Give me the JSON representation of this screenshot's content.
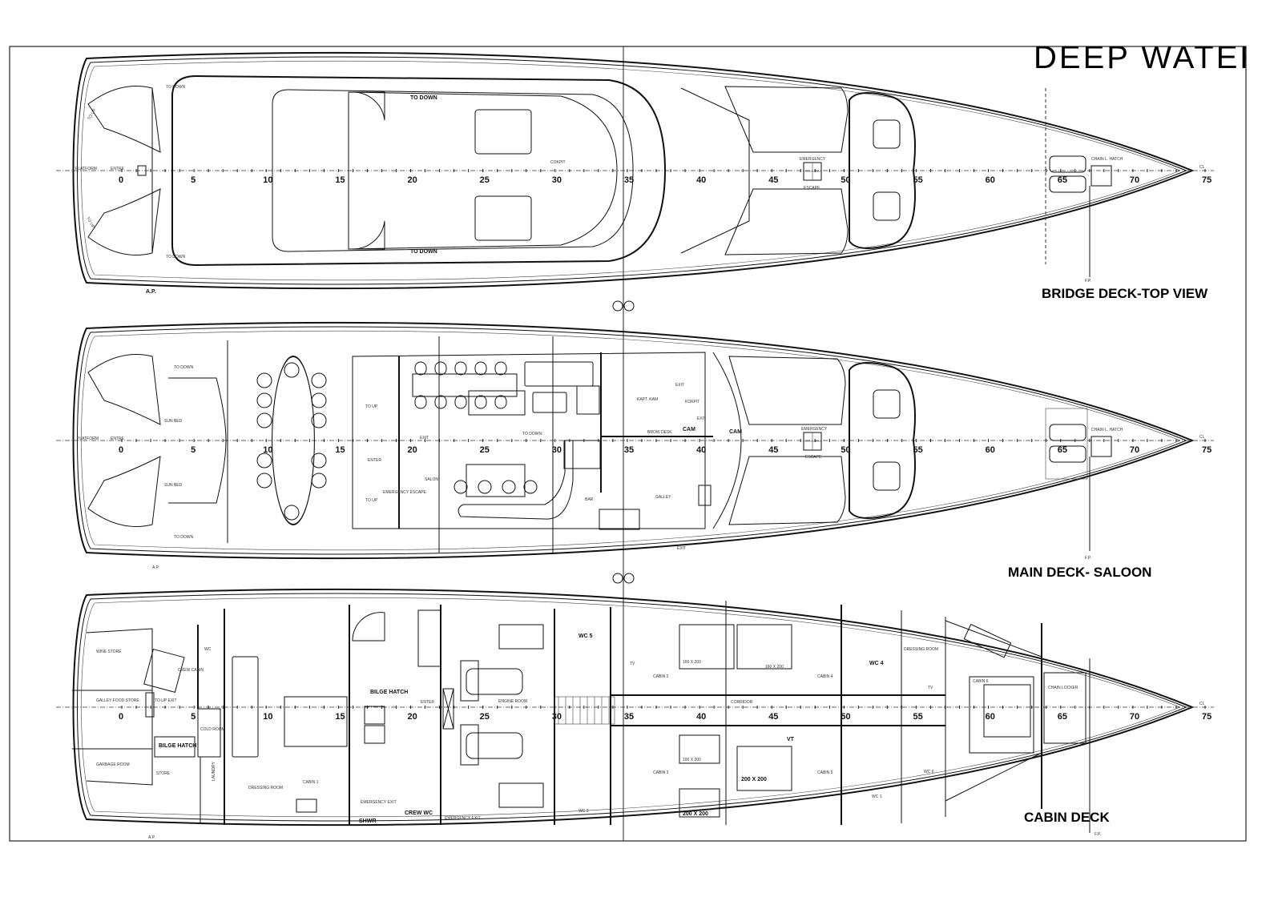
{
  "brand": "DEEP WATER",
  "stations": {
    "first": 0,
    "last": 75,
    "label_every": 5,
    "cl_label": "CL"
  },
  "decks": {
    "bridge": {
      "title": "BRIDGE DECK-TOP VIEW",
      "labels": {
        "platform": "PLATFORM",
        "entre": "ENTRE",
        "to_down_1": "TO DOWN",
        "to_down_2": "TO DOWN",
        "to_down_3": "TO DOWN",
        "to_down_4": "TO DOWN",
        "to_up_1": "TO UP",
        "to_up_2": "TO UP",
        "cokpit": "COKPIT",
        "emergency": "EMERGENCY",
        "escape": "ESCAPE",
        "chain_hatch": "CHAIN L. HATCH",
        "ap": "A.P.",
        "fp": "F.P."
      }
    },
    "main": {
      "title": "MAIN DECK- SALOON",
      "labels": {
        "platform": "PLATFORM",
        "entre": "ENTRE",
        "to_down_1": "TO DOWN",
        "to_down_2": "TO DOWN",
        "sun_bed_1": "SUN BED",
        "sun_bed_2": "SUN BED",
        "to_up_1": "TO UP",
        "to_up_2": "TO UP",
        "enter": "ENTER",
        "exit_1": "EXIT",
        "emergency_escape": "EMERGENCY ESCAPE",
        "salon": "SALON",
        "to_down_3": "TO DOWN",
        "bar": "BAR",
        "galley": "GALLEY",
        "kapt_kam": "KAPT. KAM",
        "kokpit": "KOKPIT",
        "exit_2": "EXIT",
        "exit_3": "EXIT",
        "exit_4": "EXIT",
        "cam_1": "CAM",
        "cam_2": "CAM",
        "brow_desk": "BROW DESK",
        "emergency": "EMERGENCY",
        "escape": "ESCAPE",
        "chain_hatch": "CHAIN L. HATCH",
        "ap": "A.P.",
        "fp": "F.P."
      }
    },
    "cabin": {
      "title": "CABIN DECK",
      "labels": {
        "wine_store": "WINE STORE",
        "galley_food_store": "GALLEY FOOD STORE",
        "garbage_room": "GARBAGE ROOM",
        "to_up_exit": "TO UP EXIT",
        "bilge_hatch_1": "BILGE HATCH",
        "store": "STORE",
        "cold_room": "COLD ROOM",
        "laundry": "LAUNDRY",
        "crew_cabin": "CREW CABIN",
        "wc": "WC",
        "dressing_room_1": "DRESSING ROOM",
        "cabin_1": "CABIN 1",
        "bilge_hatch_2": "BILGE HATCH",
        "enter": "ENTER",
        "emergency_exit_1": "EMERGENCY EXIT",
        "shwr": "SHWR",
        "crew_wc": "CREW WC",
        "emergency_exit_2": "EMERGENCY EXIT",
        "engine_room": "ENGINE ROOM",
        "wc_5": "WC 5",
        "wc_3": "WC 3",
        "cabin_2": "CABIN 2",
        "cabin_3": "CABIN 3",
        "bed_1": "160 X 200",
        "bed_2": "160 X 200",
        "bed_3": "100 X 200",
        "bed_4": "200 X 200",
        "bed_5": "200 X 200",
        "tv_1": "TV",
        "tv_2": "TV",
        "vt": "VT",
        "corridor": "CORRIDOR",
        "cabin_4": "CABIN 4",
        "cabin_5": "CABIN 5",
        "wc_4": "WC 4",
        "wc_1": "WC 1",
        "wc_6": "WC 6",
        "dressing_room_2": "DRESSING ROOM",
        "cabin_6": "CABIN 6",
        "chain_locker": "CHAIN LOCKER",
        "ap": "A.P.",
        "fp": "F.P."
      }
    }
  }
}
